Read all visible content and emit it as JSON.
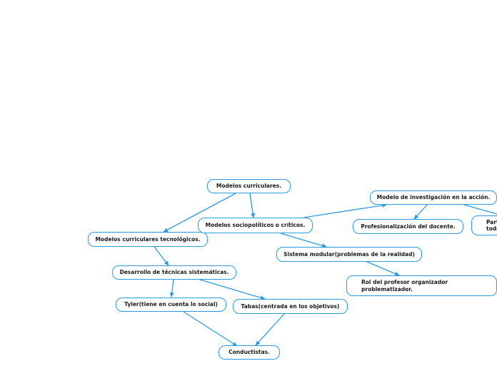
{
  "diagram": {
    "nodes": {
      "root": "Modelos curriculares.",
      "tech": "Modelos curriculares tecnológicos.",
      "socio": "Modelos sociopolíticos o críticos.",
      "desarrollo": "Desarrollo de técnicas sistemáticas.",
      "tyler": "Tyler(tiene en cuenta lo social)",
      "tabas": "Tabas(centrada en los objetivos)",
      "conductistas": "Conductistas.",
      "investigacion": "Modelo de investigación en la acción.",
      "profesionalizacion": "Profesionalización del docente.",
      "sistema": "Sistema modular(problemas de la realidad)",
      "rol_line1": "Rol del profesor organizador",
      "rol_line2": "problematizador.",
      "parte_line1": "Part",
      "parte_line2": "toda"
    },
    "colors": {
      "accent": "#2a9be0",
      "text": "#1a1a1a"
    }
  }
}
